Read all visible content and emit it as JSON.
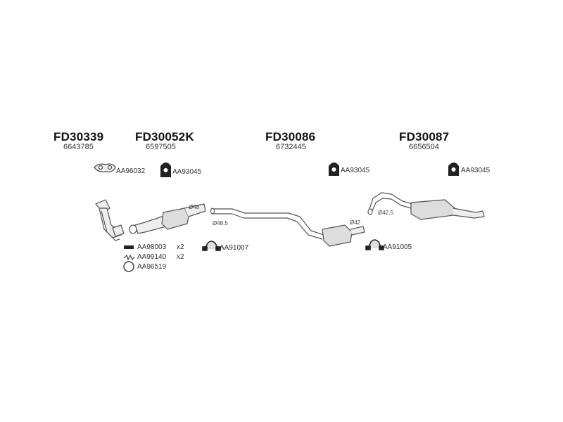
{
  "groups": [
    {
      "code": "FD30339",
      "number": "6643785"
    },
    {
      "code": "FD30052K",
      "number": "6597505"
    },
    {
      "code": "FD30086",
      "number": "6732445"
    },
    {
      "code": "FD30087",
      "number": "6656504"
    }
  ],
  "parts": {
    "gasket_96032": "AA96032",
    "mount_93045_a": "AA93045",
    "mount_93045_b": "AA93045",
    "mount_93045_c": "AA93045",
    "bolts_98003": "AA98003",
    "bolts_98003_qty": "x2",
    "springs_99140": "AA99140",
    "springs_99140_qty": "x2",
    "ring_96519": "AA96519",
    "clamp_91007": "AA91007",
    "clamp_91005": "AA91005"
  },
  "diameters": {
    "cat_outlet": "Ø48",
    "front_pipe": "Ø48,5",
    "middle_box": "Ø42",
    "rear_inlet": "Ø42,5"
  },
  "icons": [
    "gasket-icon",
    "rubber-mount-icon",
    "bolt-icon",
    "spring-icon",
    "ring-icon",
    "clamp-icon"
  ],
  "colors": {
    "line": "#555555",
    "fill": "#e6e6e6",
    "dark": "#222222"
  }
}
